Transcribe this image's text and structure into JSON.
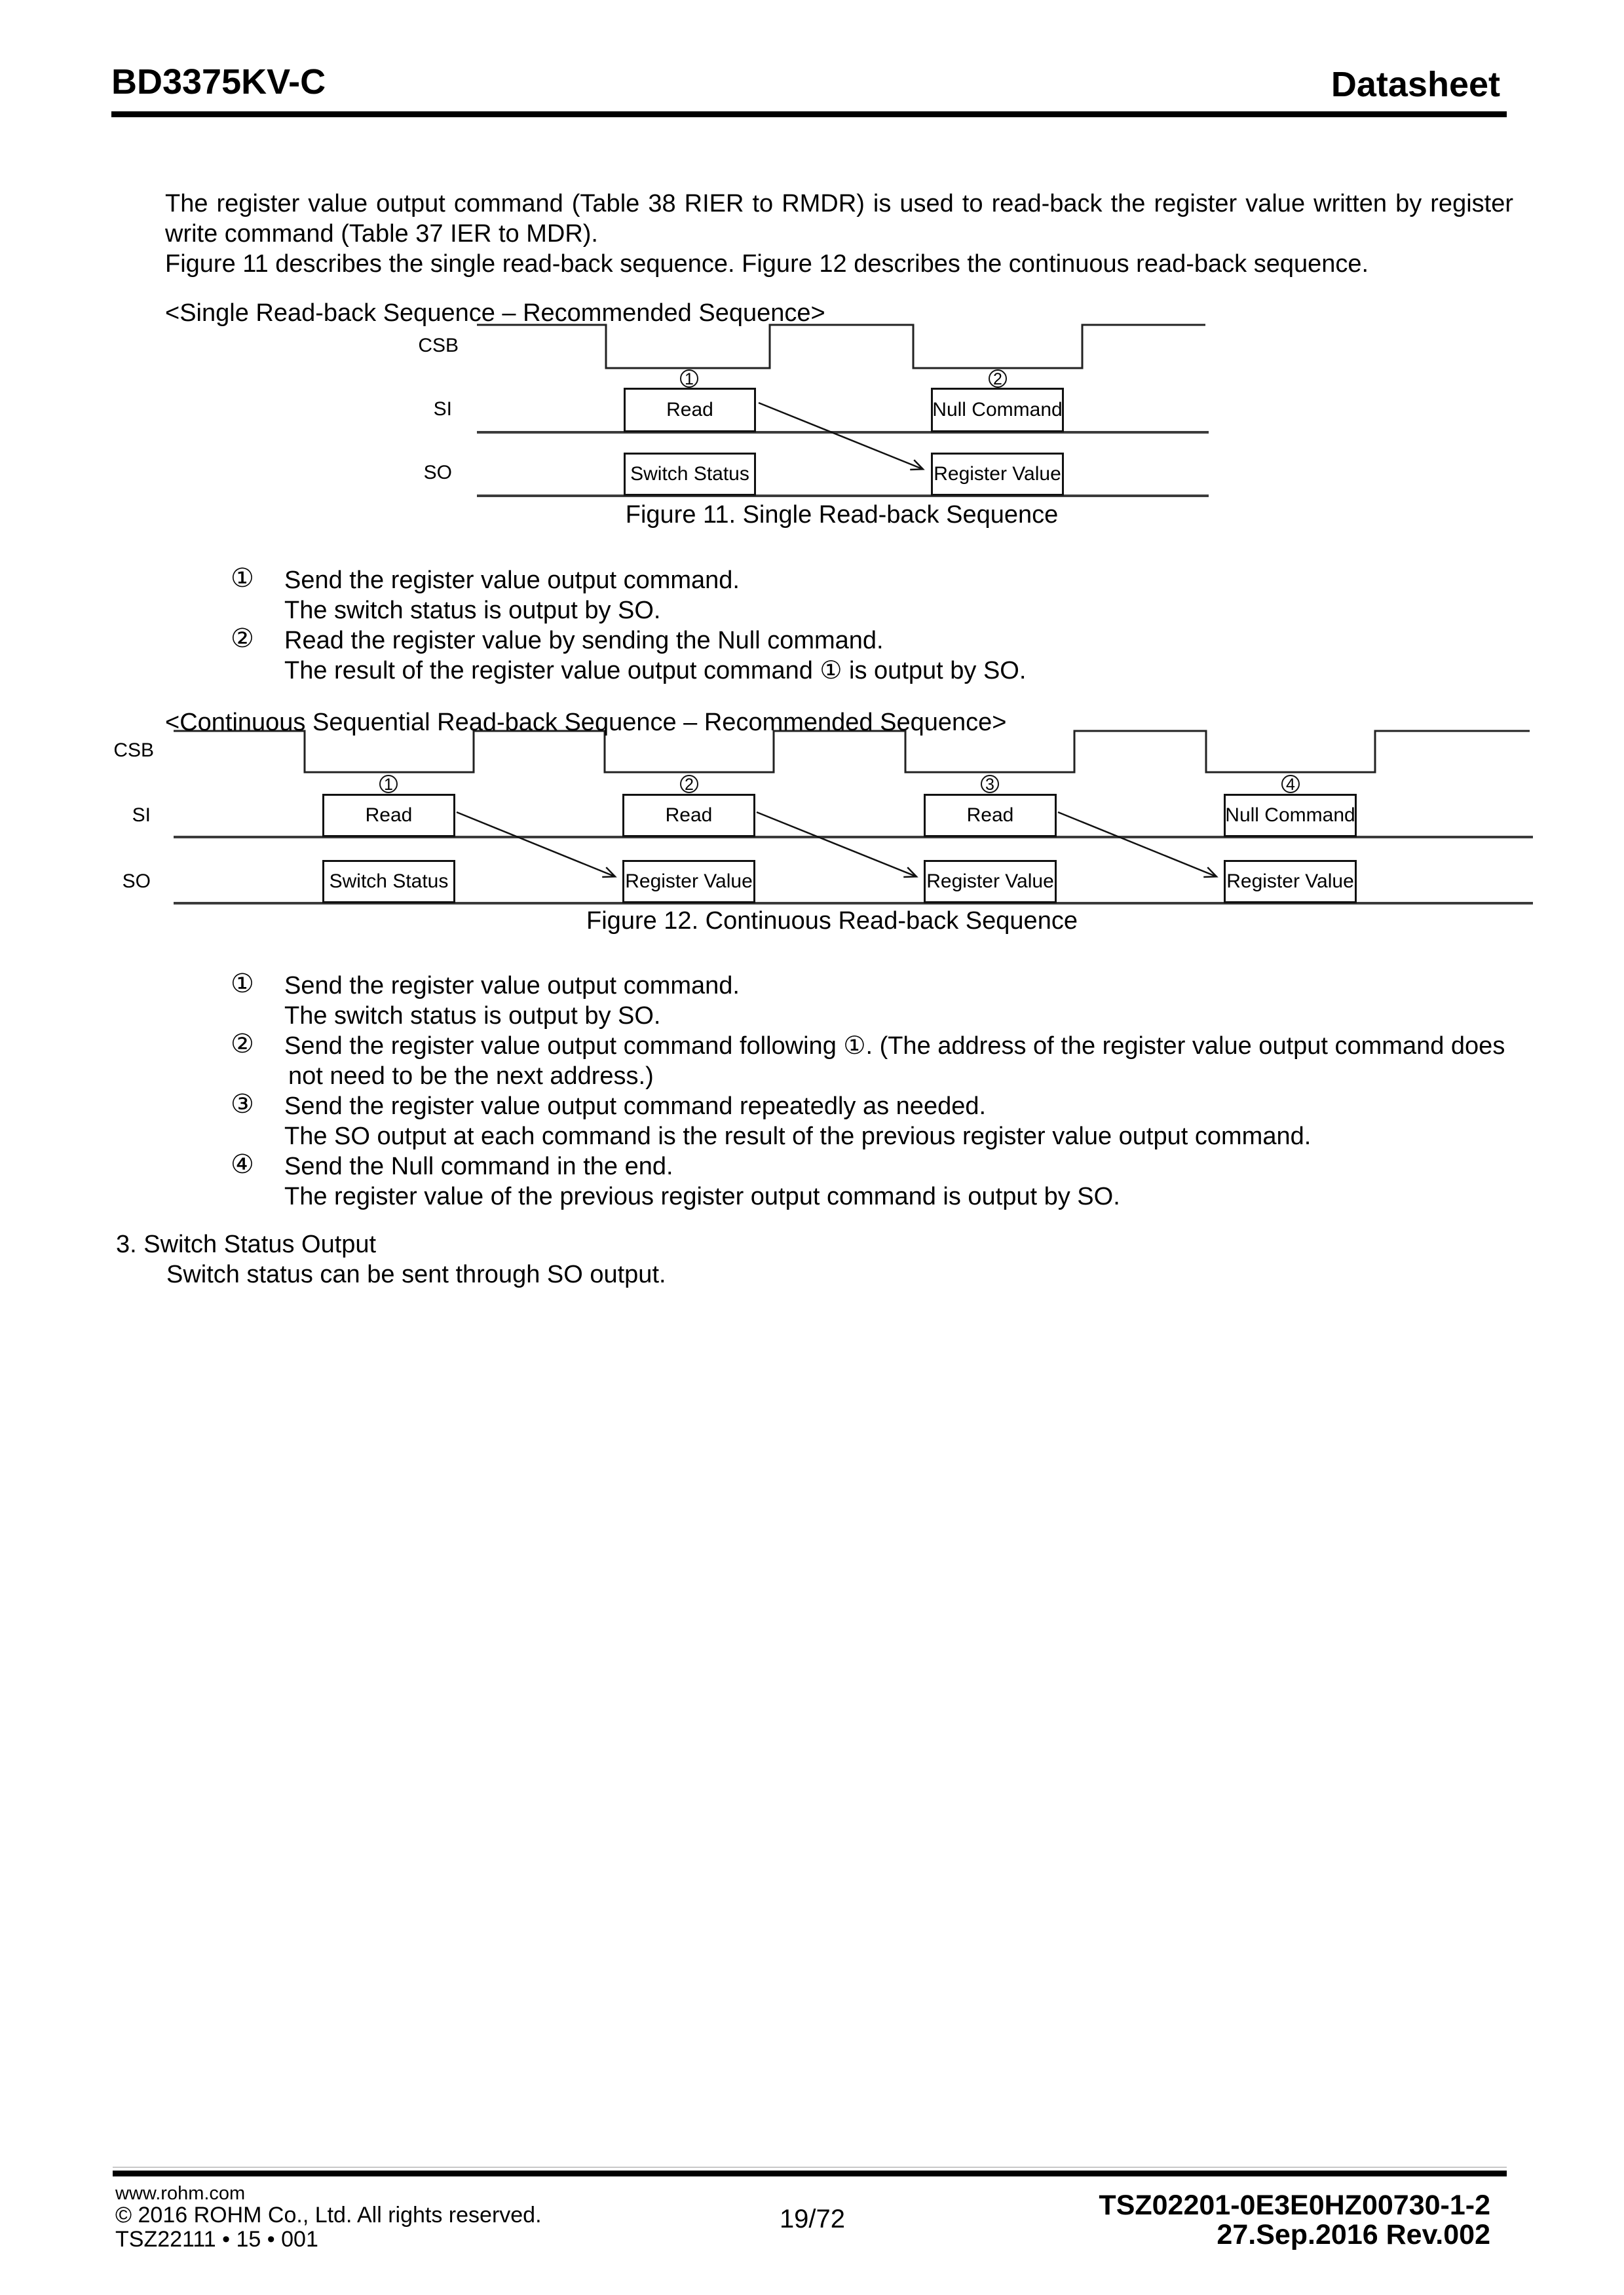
{
  "header": {
    "product_name": "BD3375KV-C",
    "document_type": "Datasheet"
  },
  "intro": {
    "line1": "The register value output command (Table 38 RIER to RMDR) is used to read-back the register value written by register",
    "line2": "write command (Table 37 IER to MDR).",
    "line3": "Figure 11 describes the single read-back sequence. Figure 12 describes the continuous read-back sequence."
  },
  "figure11": {
    "heading": "<Single Read-back Sequence – Recommended Sequence>",
    "csb_label": "CSB",
    "si_label": "SI",
    "so_label": "SO",
    "step_numbers": [
      "1",
      "2"
    ],
    "si_boxes": [
      "Read",
      "Null Command"
    ],
    "so_boxes": [
      "Switch Status",
      "Register Value"
    ],
    "caption": "Figure 11. Single Read-back Sequence"
  },
  "list1": {
    "rows": [
      {
        "marker": "①",
        "text": "Send the register value output command."
      },
      {
        "marker": "",
        "text": "The switch status is output by SO."
      },
      {
        "marker": "②",
        "text": "Read the register value by sending the Null command."
      },
      {
        "marker": "",
        "text": "The result of the register value output command ① is output by SO."
      }
    ]
  },
  "figure12": {
    "heading": "<Continuous Sequential Read-back Sequence – Recommended Sequence>",
    "csb_label": "CSB",
    "si_label": "SI",
    "so_label": "SO",
    "step_numbers": [
      "1",
      "2",
      "3",
      "4"
    ],
    "si_boxes": [
      "Read",
      "Read",
      "Read",
      "Null Command"
    ],
    "so_boxes": [
      "Switch Status",
      "Register Value",
      "Register Value",
      "Register Value"
    ],
    "caption": "Figure 12. Continuous Read-back Sequence"
  },
  "list2": {
    "rows": [
      {
        "marker": "①",
        "text": "Send the register value output command."
      },
      {
        "marker": "",
        "text": "The switch status is output by SO."
      },
      {
        "marker": "②",
        "text": "Send the register value output command following ①. (The address of the register value output command does"
      },
      {
        "marker": "",
        "text": "not need to be the next address.)"
      },
      {
        "marker": "③",
        "text": "Send the register value output command repeatedly as needed."
      },
      {
        "marker": "",
        "text": "The SO output at each command is the result of the previous register value output command."
      },
      {
        "marker": "④",
        "text": "Send the Null command in the end."
      },
      {
        "marker": "",
        "text": "The register value of the previous register output command is output by SO."
      }
    ]
  },
  "section3": {
    "title": "3. Switch Status Output",
    "body": "Switch status can be sent through SO output."
  },
  "footer": {
    "website": "www.rohm.com",
    "copyright": "© 2016 ROHM Co., Ltd. All rights reserved.",
    "doc_code": "TSZ22111 • 15 • 001",
    "page_number": "19/72",
    "reference_number": "TSZ02201-0E3E0HZ00730-1-2",
    "revision_date": "27.Sep.2016 Rev.002"
  }
}
